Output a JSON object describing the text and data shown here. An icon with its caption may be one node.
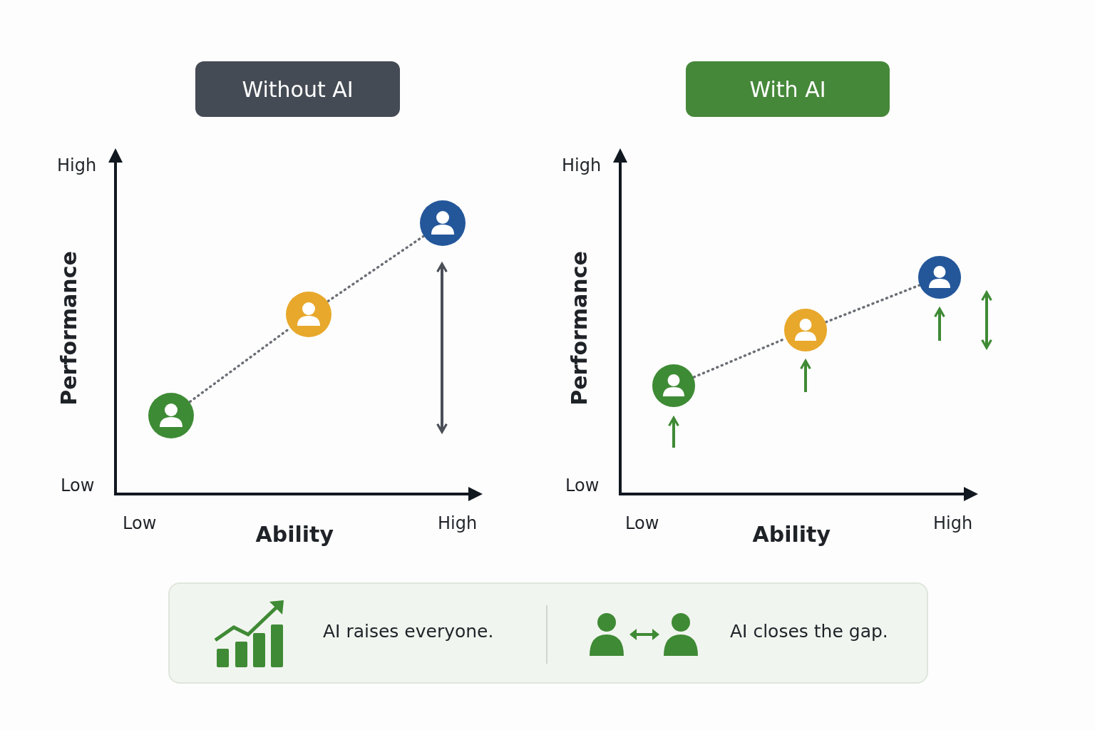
{
  "diagram": {
    "nodes": [
      {
        "text": [
          "Without AI"
        ]
      },
      {
        "text": [
          "With AI"
        ]
      },
      {
        "text": [],
        "shape": "person"
      },
      {
        "text": [],
        "shape": "person"
      },
      {
        "text": [],
        "shape": "person"
      },
      {
        "text": [],
        "shape": "person"
      },
      {
        "text": [],
        "shape": "person"
      },
      {
        "text": [],
        "shape": "person"
      },
      {
        "text": [
          "AI raises everyone.",
          "AI closes the gap."
        ]
      }
    ],
    "edges": [
      {
        "from": 2,
        "to": 3,
        "arrow": "none",
        "style": "dashed"
      },
      {
        "from": 3,
        "to": 4,
        "arrow": "none",
        "style": "dashed"
      },
      {
        "from": 5,
        "to": 6,
        "arrow": "none",
        "style": "dashed"
      },
      {
        "from": 6,
        "to": 7,
        "arrow": "none",
        "style": "dashed"
      }
    ],
    "labels": [
      "High",
      "Performance",
      "Low",
      "Low",
      "Ability",
      "High",
      "High",
      "Performance",
      "Low",
      "Low",
      "Ability",
      "High"
    ]
  }
}
